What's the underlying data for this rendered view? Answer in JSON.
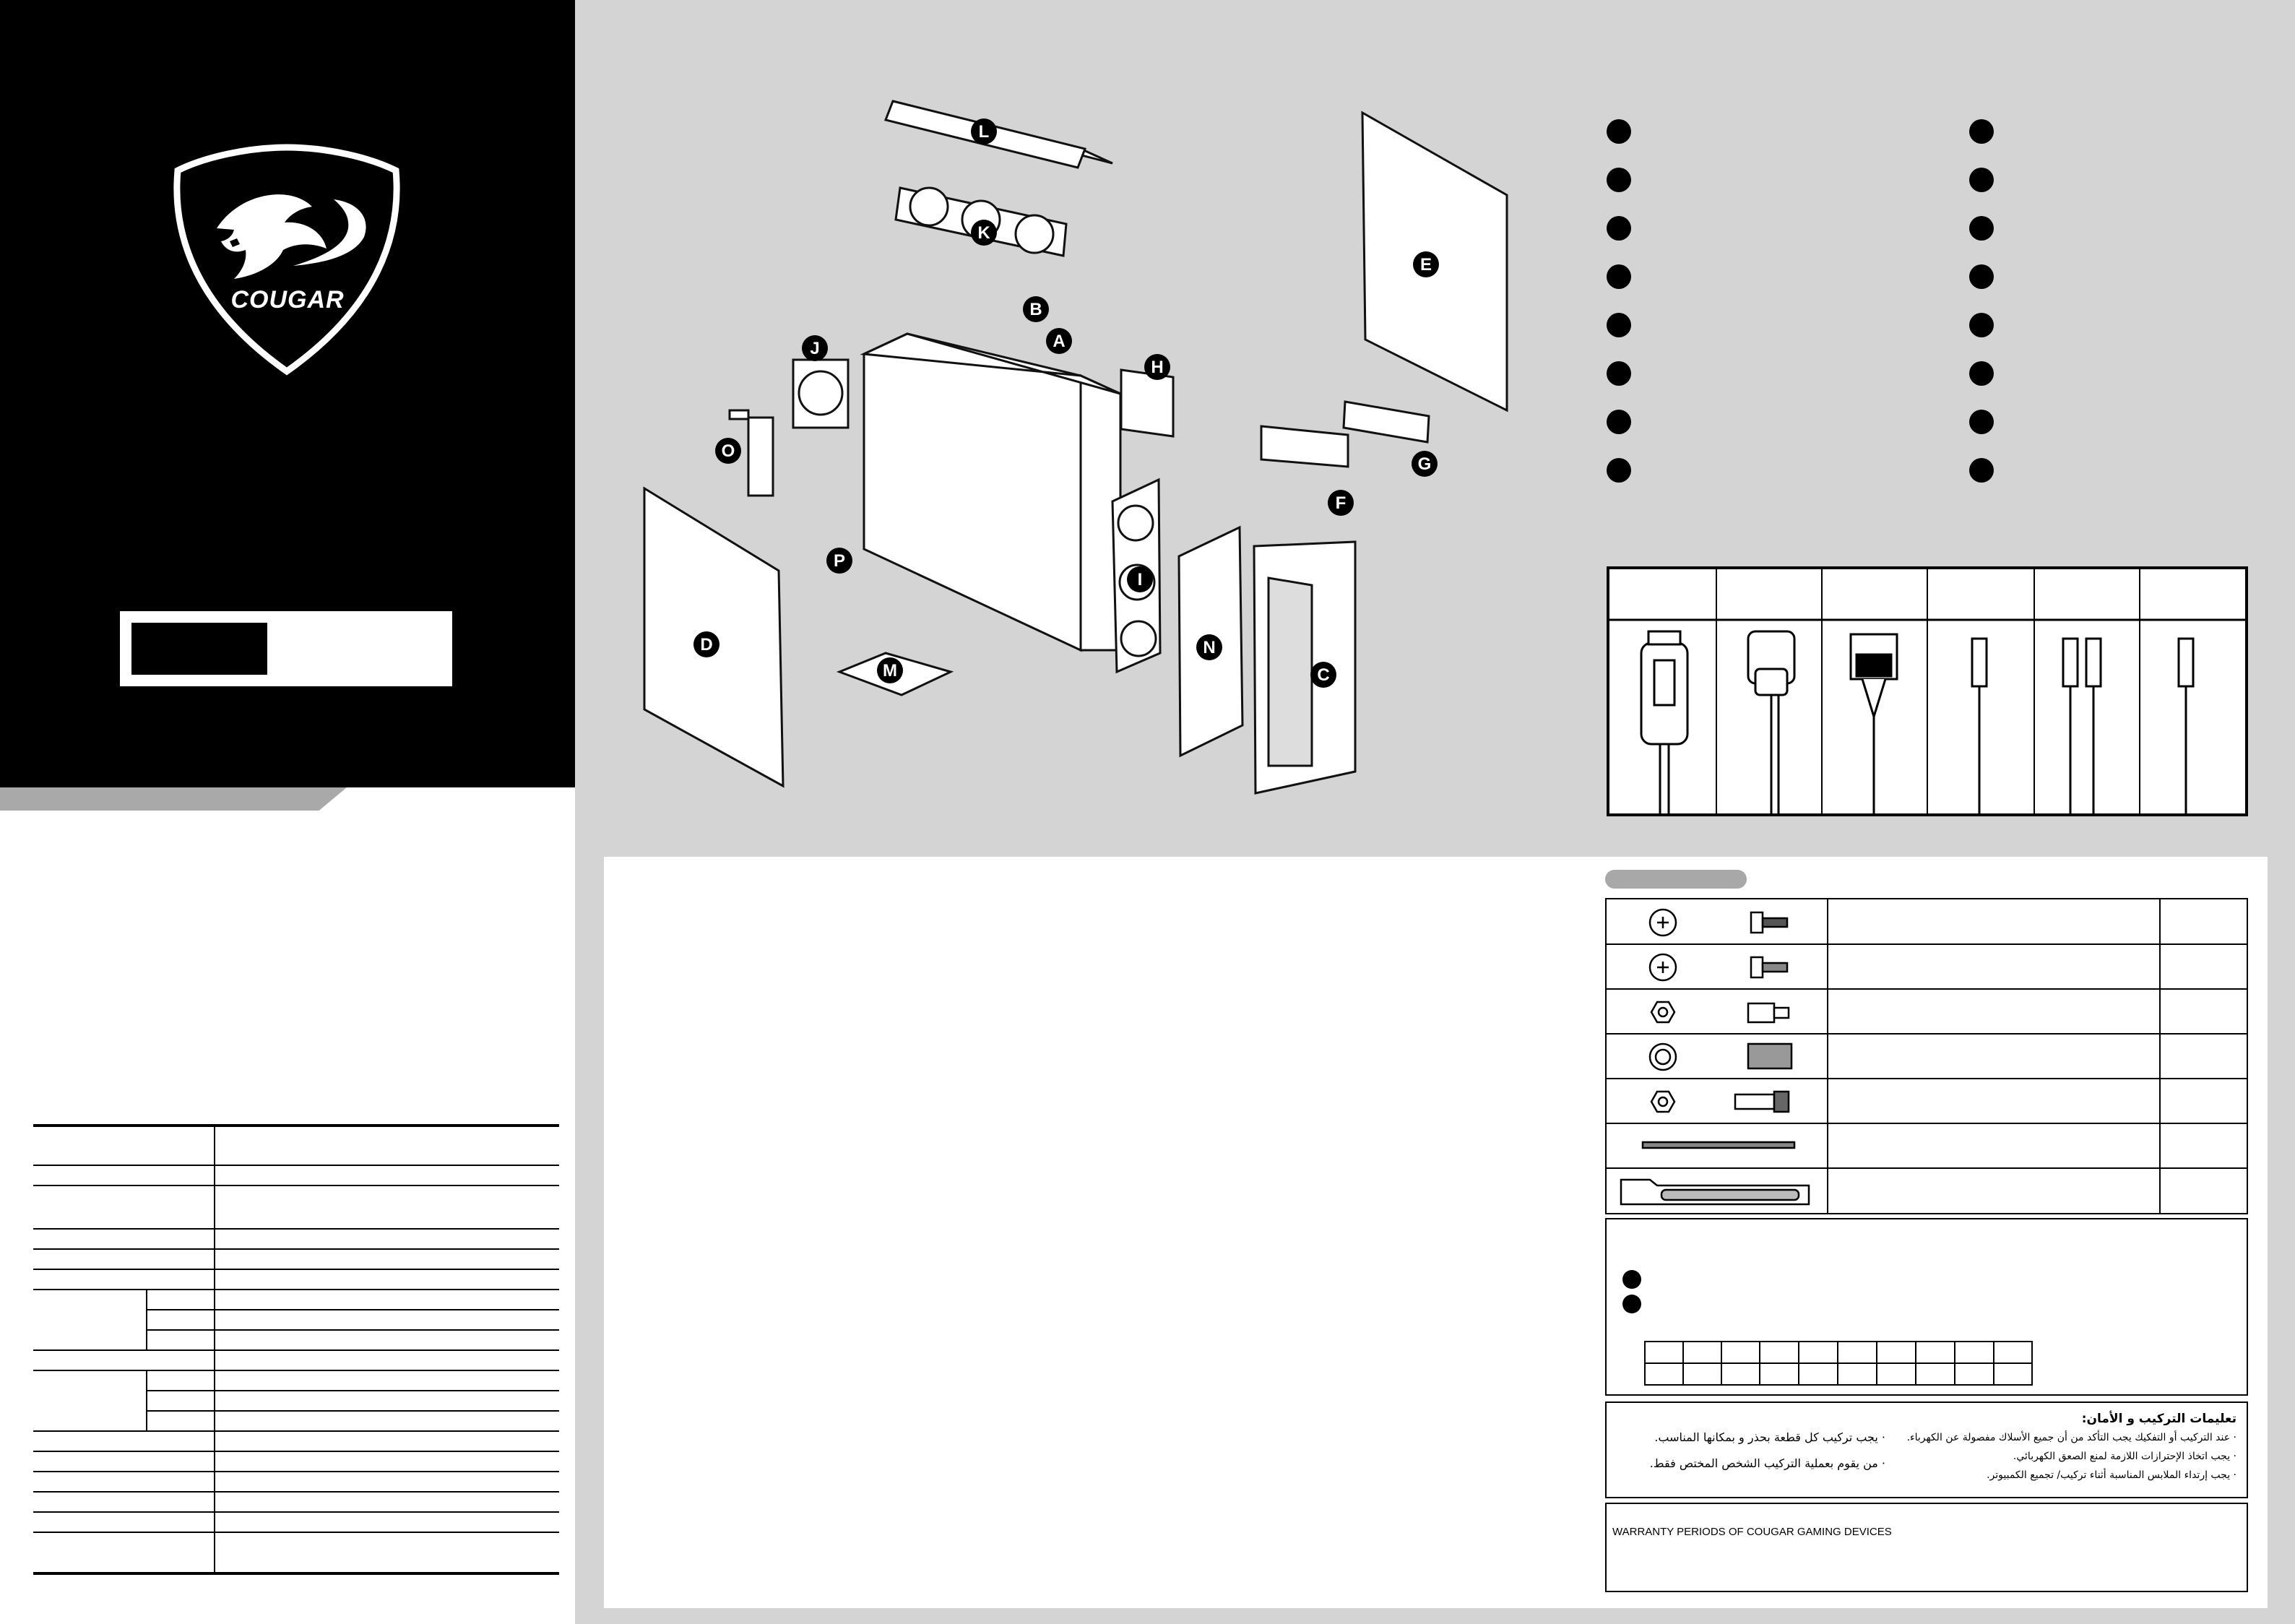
{
  "brand": {
    "logo_text": "COUGAR"
  },
  "callouts": [
    "A",
    "B",
    "C",
    "D",
    "E",
    "F",
    "G",
    "H",
    "I",
    "J",
    "K",
    "L",
    "M",
    "N",
    "O",
    "P"
  ],
  "safety": {
    "title": "تعليمات التركيب و الأمان:",
    "right_lines": [
      "· عند التركيب أو التفكيك يجب التأكد من أن جميع الأسلاك مفصولة عن الكهرباء.",
      "· يجب اتخاذ الإحترازات اللازمة لمنع الصعق الكهربائي.",
      "· يجب إرتداء الملابس المناسبة أثناء تركيب/ تجميع الكمبيوتر."
    ],
    "left_lines": [
      "· يجب تركيب كل قطعة بحذر و بمكانها المناسب.",
      "· من يقوم بعملية التركيب الشخص المختص فقط."
    ]
  },
  "warranty": {
    "title": "WARRANTY PERIODS OF COUGAR GAMING DEVICES"
  }
}
